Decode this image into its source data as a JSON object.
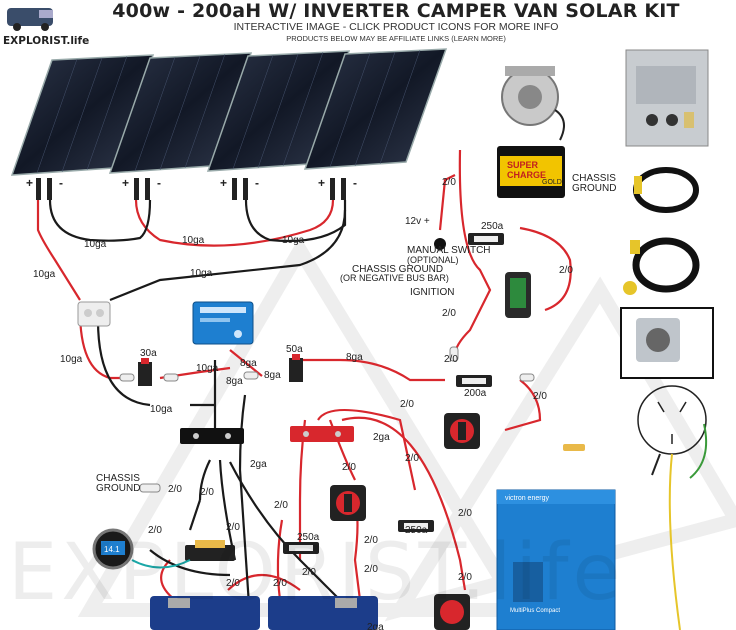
{
  "header": {
    "title": "400w - 200aH W/ INVERTER CAMPER VAN SOLAR KIT",
    "subtitle": "INTERACTIVE IMAGE - CLICK PRODUCT ICONS FOR MORE INFO",
    "affiliate_note": "PRODUCTS BELOW MAY BE AFFILIATE LINKS (LEARN MORE)",
    "logo": "EXPLORIST.life"
  },
  "watermark": "EXPLORIST.life",
  "labels": {
    "plus": "+",
    "minus": "-",
    "g10": "10ga",
    "g8": "8ga",
    "g2": "2ga",
    "a30": "30a",
    "a50": "50a",
    "a200": "200a",
    "a250": "250a",
    "o2": "2/0",
    "v12": "12v +",
    "manual_switch_1": "MANUAL SWITCH",
    "manual_switch_2": "(OPTIONAL)",
    "chassis_bus_1": "CHASSIS GROUND",
    "chassis_bus_2": "(OR NEGATIVE BUS BAR)",
    "ignition": "IGNITION",
    "chassis_ground_1": "CHASSIS",
    "chassis_ground_2": "GROUND",
    "battery_brand_1": "SUPER",
    "battery_brand_2": "CHARGE",
    "battery_brand_3": "GOLD",
    "inverter_brand": "victron energy",
    "inverter_model": "MultiPlus Compact",
    "monitor_reading": "14.1"
  },
  "colors": {
    "red_wire": "#d8272d",
    "black_wire": "#1a1a1a",
    "panel_blue": "#1c2333",
    "victron_blue": "#1e7fd0",
    "yellow_cable": "#e6c52a",
    "battery_yellow": "#f2c400"
  }
}
